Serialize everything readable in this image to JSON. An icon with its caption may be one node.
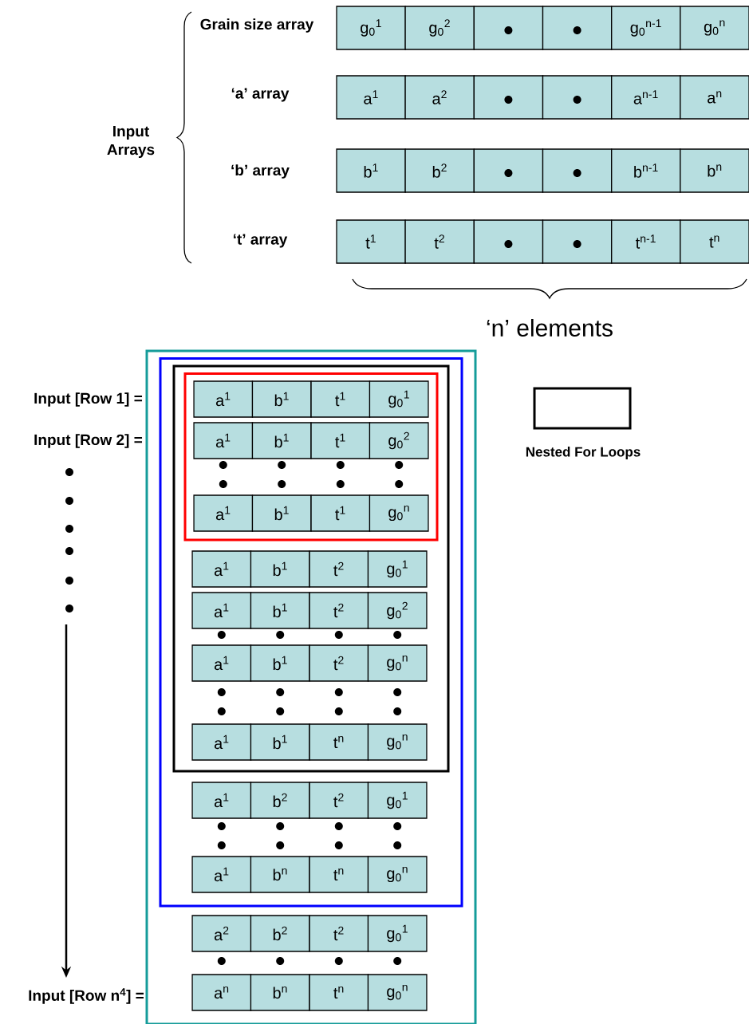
{
  "diagram": {
    "nodes": [
      {
        "text": [
          "g$_{0}$$^{1}$"
        ]
      },
      {
        "text": [
          "g$_{0}$$^{2}$"
        ]
      },
      {
        "text": [],
        "shape": "box"
      },
      {
        "text": [],
        "shape": "box"
      },
      {
        "text": [
          "g$_{0}$$^{n-1}$"
        ]
      },
      {
        "text": [
          "g$_{0}$$^{n}$"
        ]
      },
      {
        "text": [
          "a$^{1}$"
        ]
      },
      {
        "text": [
          "a$^{2}$"
        ]
      },
      {
        "text": [],
        "shape": "box"
      },
      {
        "text": [],
        "shape": "box"
      },
      {
        "text": [
          "a$^{n-1}$"
        ]
      },
      {
        "text": [
          "a$^{n}$"
        ]
      },
      {
        "text": [
          "b$^{1}$"
        ]
      },
      {
        "text": [
          "b$^{2}$"
        ]
      },
      {
        "text": [],
        "shape": "box"
      },
      {
        "text": [],
        "shape": "box"
      },
      {
        "text": [
          "b$^{n-1}$"
        ]
      },
      {
        "text": [
          "b$^{n}$"
        ]
      },
      {
        "text": [
          "t$^{1}$"
        ]
      },
      {
        "text": [
          "t$^{2}$"
        ]
      },
      {
        "text": [],
        "shape": "box"
      },
      {
        "text": [],
        "shape": "box"
      },
      {
        "text": [
          "t$^{n-1}$"
        ]
      },
      {
        "text": [
          "t$^{n}$"
        ]
      },
      {
        "text": [],
        "shape": "box"
      },
      {
        "text": [],
        "shape": "box",
        "in": 24
      },
      {
        "text": [],
        "shape": "box",
        "in": 25
      },
      {
        "text": [],
        "shape": "box",
        "in": 26
      },
      {
        "text": [
          "a$^{1}$"
        ],
        "in": 27
      },
      {
        "text": [
          "b$^{1}$"
        ],
        "in": 27
      },
      {
        "text": [
          "t$^{1}$"
        ],
        "in": 27
      },
      {
        "text": [
          "g$_{0}$$^{1}$"
        ],
        "in": 27
      },
      {
        "text": [
          "a$^{1}$"
        ],
        "in": 27
      },
      {
        "text": [
          "b$^{1}$"
        ],
        "in": 27
      },
      {
        "text": [
          "t$^{1}$"
        ],
        "in": 27
      },
      {
        "text": [
          "g$_{0}$$^{2}$"
        ],
        "in": 27
      },
      {
        "text": [
          "a$^{1}$"
        ],
        "in": 27
      },
      {
        "text": [
          "b$^{1}$"
        ],
        "in": 27
      },
      {
        "text": [
          "t$^{1}$"
        ],
        "in": 27
      },
      {
        "text": [
          "g$_{0}$$^{n}$"
        ],
        "in": 27
      },
      {
        "text": [
          "a$^{1}$"
        ],
        "in": 26
      },
      {
        "text": [
          "b$^{1}$"
        ],
        "in": 26
      },
      {
        "text": [
          "t$^{2}$"
        ],
        "in": 26
      },
      {
        "text": [
          "g$_{0}$$^{1}$"
        ],
        "in": 26
      },
      {
        "text": [
          "a$^{1}$"
        ],
        "in": 26
      },
      {
        "text": [
          "b$^{1}$"
        ],
        "in": 26
      },
      {
        "text": [
          "t$^{2}$"
        ],
        "in": 26
      },
      {
        "text": [
          "g$_{0}$$^{2}$"
        ],
        "in": 26
      },
      {
        "text": [
          "a$^{1}$"
        ],
        "in": 26
      },
      {
        "text": [
          "b$^{1}$"
        ],
        "in": 26
      },
      {
        "text": [
          "t$^{2}$"
        ],
        "in": 26
      },
      {
        "text": [
          "g$_{0}$$^{n}$"
        ],
        "in": 26
      },
      {
        "text": [
          "a$^{1}$"
        ],
        "in": 26
      },
      {
        "text": [
          "b$^{1}$"
        ],
        "in": 26
      },
      {
        "text": [
          "t$^{n}$"
        ],
        "in": 26
      },
      {
        "text": [
          "g$_{0}$$^{n}$"
        ],
        "in": 26
      },
      {
        "text": [
          "a$^{1}$"
        ],
        "in": 25
      },
      {
        "text": [
          "b$^{2}$"
        ],
        "in": 25
      },
      {
        "text": [
          "t$^{2}$"
        ],
        "in": 25
      },
      {
        "text": [
          "g$_{0}$$^{1}$"
        ],
        "in": 25
      },
      {
        "text": [
          "a$^{1}$"
        ],
        "in": 25
      },
      {
        "text": [
          "b$^{n}$"
        ],
        "in": 25
      },
      {
        "text": [
          "t$^{n}$"
        ],
        "in": 25
      },
      {
        "text": [
          "g$_{0}$$^{n}$"
        ],
        "in": 25
      },
      {
        "text": [
          "a$^{2}$"
        ],
        "in": 24
      },
      {
        "text": [
          "b$^{2}$"
        ],
        "in": 24
      },
      {
        "text": [
          "t$^{2}$"
        ],
        "in": 24
      },
      {
        "text": [
          "g$_{0}$$^{1}$"
        ],
        "in": 24
      },
      {
        "text": [
          "a$^{n}$"
        ],
        "in": 24
      },
      {
        "text": [
          "b$^{n}$"
        ],
        "in": 24
      },
      {
        "text": [
          "t$^{n}$"
        ],
        "in": 24
      },
      {
        "text": [
          "g$_{0}$$^{n}$"
        ],
        "in": 24
      }
    ],
    "labels": [
      "Grain size array",
      "‘a’ array",
      "‘b’ array",
      "‘t’ array",
      "Input Arrays",
      "‘n’ elements",
      "Input [Row 1] =",
      "Input [Row 2] =",
      "Input [Row n$^{4}$] ="
    ],
    "legend": [
      {
        "text": "Nested For Loops"
      }
    ]
  }
}
